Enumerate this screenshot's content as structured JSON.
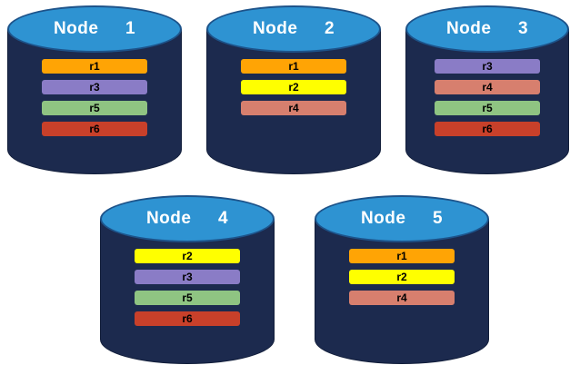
{
  "diagram": {
    "description": "Five database node cylinders showing replica placement",
    "background": "#ffffff"
  },
  "colors": {
    "cylinder_body": "#1c2a4e",
    "cylinder_top": "#2e93d2",
    "cylinder_top_border": "#1d538a",
    "title_text": "#ffffff",
    "bar_text": "#000000",
    "replicas": {
      "r1": "#ffa405",
      "r2": "#ffff00",
      "r3": "#8a7cc6",
      "r4": "#d77f6e",
      "r5": "#8fc482",
      "r6": "#c8402a"
    }
  },
  "nodes": [
    {
      "title": "Node  1",
      "replicas": [
        "r1",
        "r3",
        "r5",
        "r6"
      ]
    },
    {
      "title": "Node  2",
      "replicas": [
        "r1",
        "r2",
        "r4"
      ]
    },
    {
      "title": "Node  3",
      "replicas": [
        "r3",
        "r4",
        "r5",
        "r6"
      ]
    },
    {
      "title": "Node  4",
      "replicas": [
        "r2",
        "r3",
        "r5",
        "r6"
      ]
    },
    {
      "title": "Node  5",
      "replicas": [
        "r1",
        "r2",
        "r4"
      ]
    }
  ]
}
